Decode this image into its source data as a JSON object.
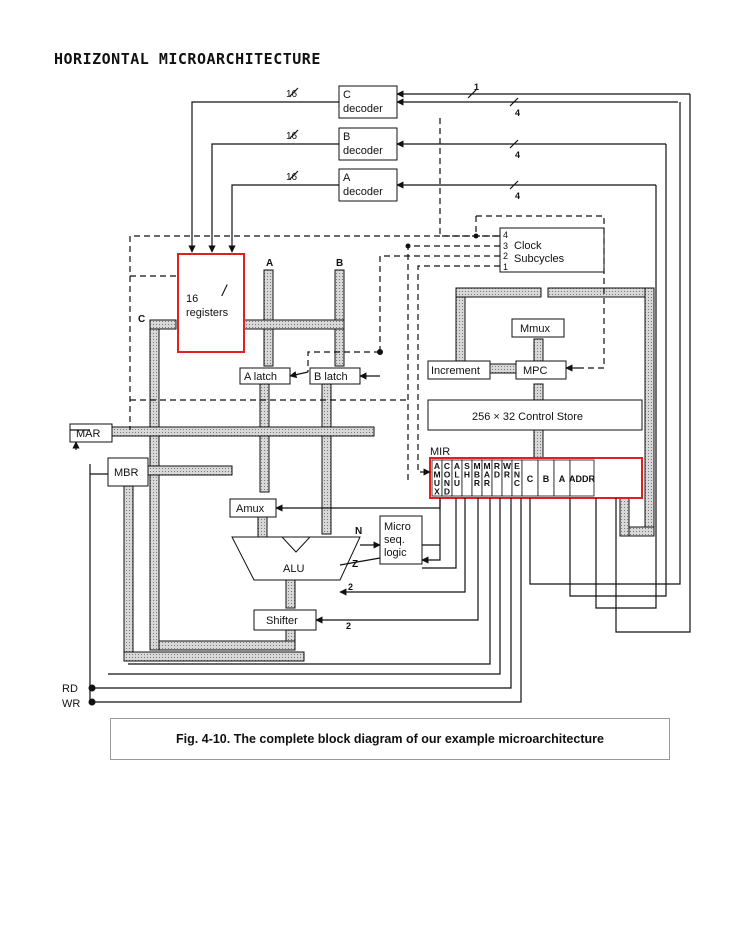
{
  "page": {
    "title": "HORIZONTAL MICROARCHITECTURE"
  },
  "decoders": [
    {
      "letter": "C",
      "word": "decoder",
      "width_label": "16"
    },
    {
      "letter": "B",
      "word": "decoder",
      "width_label": "16"
    },
    {
      "letter": "A",
      "word": "decoder",
      "width_label": "16"
    }
  ],
  "bus_width_labels": {
    "one": "1",
    "four": "4",
    "two": "2"
  },
  "clock": {
    "lines": [
      "4",
      "3",
      "2",
      "1"
    ],
    "label_1": "Clock",
    "label_2": "Subcycles"
  },
  "registers": {
    "count": "16",
    "word": "registers",
    "mark": "/"
  },
  "buses": {
    "a": "A",
    "b": "B",
    "c": "C"
  },
  "blocks": {
    "a_latch": "A latch",
    "b_latch": "B latch",
    "mmux": "Mmux",
    "increment": "Increment",
    "mpc": "MPC",
    "control_store": "256 × 32 Control Store",
    "mar": "MAR",
    "mbr": "MBR",
    "amux": "Amux",
    "alu": "ALU",
    "shifter": "Shifter",
    "micro_seq_1": "Micro",
    "micro_seq_2": "seq.",
    "micro_seq_3": "logic"
  },
  "alu_flags": {
    "n": "N",
    "z": "Z"
  },
  "mir": {
    "label": "MIR",
    "fields": [
      {
        "name": "AMUX",
        "chars": [
          "A",
          "M",
          "U",
          "X"
        ]
      },
      {
        "name": "COND",
        "chars": [
          "C",
          "O",
          "N",
          "D"
        ]
      },
      {
        "name": "ALU",
        "chars": [
          "A",
          "L",
          "U"
        ]
      },
      {
        "name": "SH",
        "chars": [
          "S",
          "H"
        ]
      },
      {
        "name": "MBR",
        "chars": [
          "M",
          "B",
          "R"
        ]
      },
      {
        "name": "MAR",
        "chars": [
          "M",
          "A",
          "R"
        ]
      },
      {
        "name": "RD",
        "chars": [
          "R",
          "D"
        ]
      },
      {
        "name": "WR",
        "chars": [
          "W",
          "R"
        ]
      },
      {
        "name": "ENC",
        "chars": [
          "E",
          "N",
          "C"
        ]
      },
      {
        "name": "C",
        "chars": [
          "C"
        ]
      },
      {
        "name": "B",
        "chars": [
          "B"
        ]
      },
      {
        "name": "A",
        "chars": [
          "A"
        ]
      },
      {
        "name": "ADDR",
        "chars": [
          "ADDR"
        ]
      }
    ]
  },
  "control_lines": {
    "rd": "RD",
    "wr": "WR"
  },
  "caption": "Fig. 4-10. The complete block diagram of our example microarchitecture",
  "colors": {
    "highlight": "#e02020",
    "ink": "#111111",
    "bus_fill": "#d4d4d4"
  }
}
